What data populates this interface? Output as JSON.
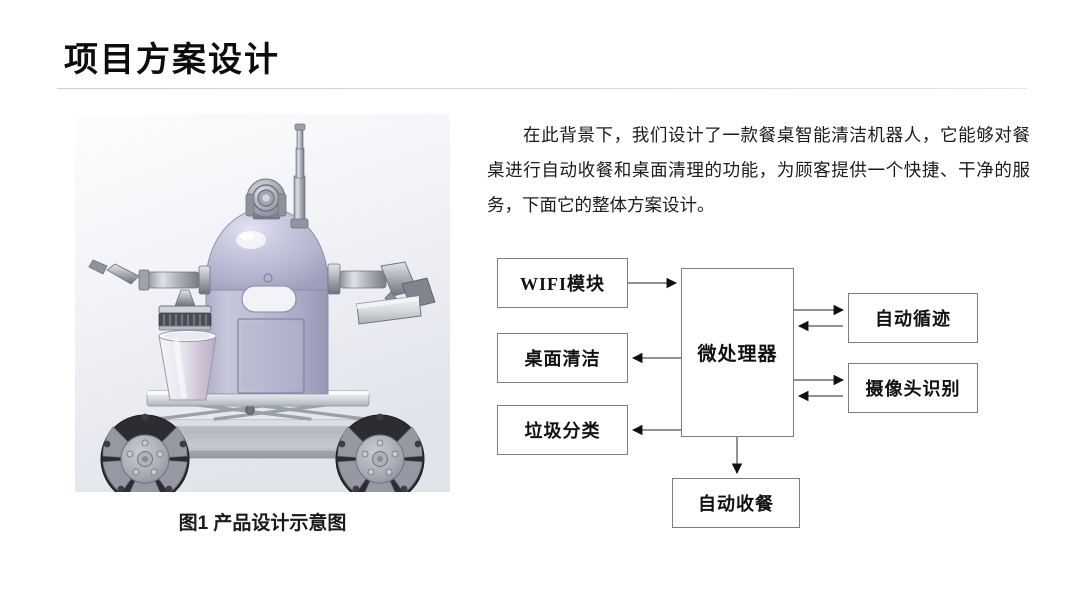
{
  "slide": {
    "title": "项目方案设计"
  },
  "figure": {
    "caption": "图1 产品设计示意图",
    "alt_name": "robot-cad-render"
  },
  "paragraph": {
    "text": "在此背景下，我们设计了一款餐桌智能清洁机器人，它能够对餐桌进行自动收餐和桌面清理的功能，为顾客提供一个快捷、干净的服务，下面它的整体方案设计。"
  },
  "diagram": {
    "boxes": {
      "wifi": "WIFI模块",
      "desk_clean": "桌面清洁",
      "trash_sort": "垃圾分类",
      "mcu": "微处理器",
      "auto_track": "自动循迹",
      "camera_recognition": "摄像头识别",
      "auto_collect": "自动收餐"
    },
    "connections": [
      {
        "from": "wifi",
        "to": "mcu",
        "direction": "right"
      },
      {
        "from": "mcu",
        "to": "desk_clean",
        "direction": "left"
      },
      {
        "from": "mcu",
        "to": "trash_sort",
        "direction": "left"
      },
      {
        "from": "mcu",
        "to": "auto_track",
        "direction": "both"
      },
      {
        "from": "mcu",
        "to": "camera_recognition",
        "direction": "both"
      },
      {
        "from": "mcu",
        "to": "auto_collect",
        "direction": "down"
      }
    ],
    "line_color": "#7d7d7d",
    "arrow_color": "#1a1a1a"
  },
  "colors": {
    "title": "#0d0d0d",
    "divider": "#d4d4d4",
    "body_text": "#1b1b1b",
    "box_border": "#7d7d7d",
    "panel_bg_top": "#fdfdfe",
    "panel_bg_bottom": "#e3e6ec",
    "robot_body": "#b9b9d2",
    "robot_body_light": "#d3d3e6",
    "robot_metal": "#9b9fa8",
    "wheel_dark": "#2a2a2e"
  }
}
